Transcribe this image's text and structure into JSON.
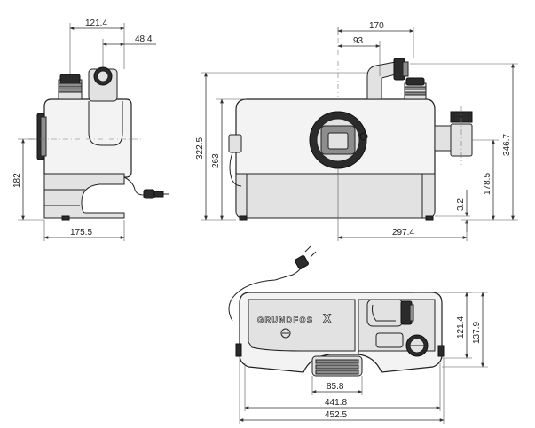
{
  "brand": {
    "logo_text": "GRUNDFOS",
    "logo_mark": "X"
  },
  "dimensions": {
    "side_top_width": "121.4",
    "side_top_offset": "48.4",
    "side_height": "182",
    "side_base_width": "175.5",
    "front_top_width": "170",
    "front_top_offset": "93",
    "front_total_height": "322.5",
    "front_body_height": "263",
    "front_outlet_height": "346.7",
    "front_inlet_height": "178.5",
    "front_foot_height": "3.2",
    "front_base_width": "297.4",
    "top_outlet_width": "85.8",
    "top_inner_width": "441.8",
    "top_overall_width": "452.5",
    "top_depth_inner": "121.4",
    "top_depth_overall": "137.9"
  }
}
